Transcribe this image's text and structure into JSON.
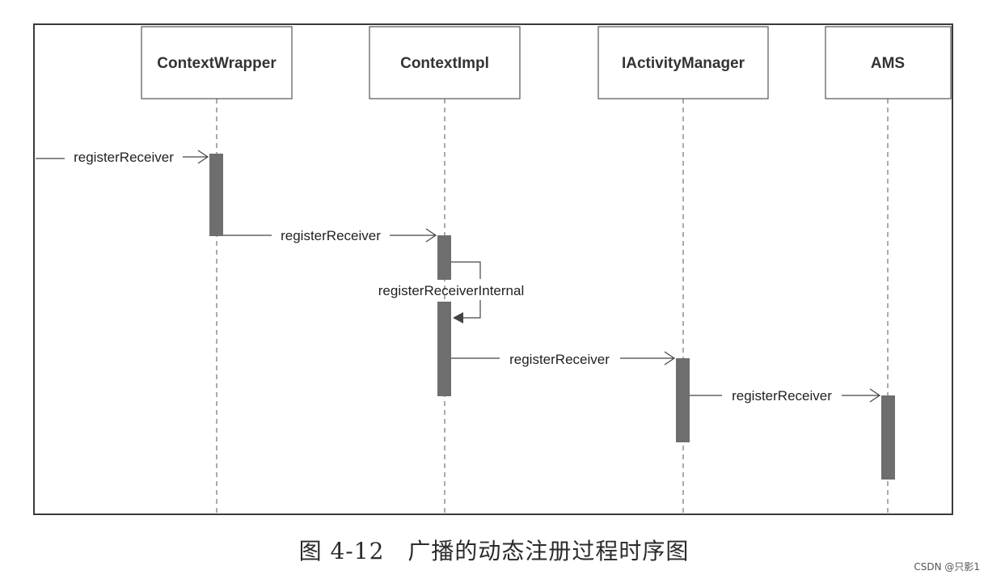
{
  "participants": [
    {
      "id": "ContextWrapper",
      "label": "ContextWrapper"
    },
    {
      "id": "ContextImpl",
      "label": "ContextImpl"
    },
    {
      "id": "IActivityManager",
      "label": "IActivityManager"
    },
    {
      "id": "AMS",
      "label": "AMS"
    }
  ],
  "messages": [
    {
      "from": "external",
      "to": "ContextWrapper",
      "label": "registerReceiver"
    },
    {
      "from": "ContextWrapper",
      "to": "ContextImpl",
      "label": "registerReceiver"
    },
    {
      "from": "ContextImpl",
      "to": "ContextImpl",
      "label": "registerReceiverInternal",
      "self": true
    },
    {
      "from": "ContextImpl",
      "to": "IActivityManager",
      "label": "registerReceiver"
    },
    {
      "from": "IActivityManager",
      "to": "AMS",
      "label": "registerReceiver"
    }
  ],
  "caption": "图 4-12　广播的动态注册过程时序图",
  "watermark": "CSDN @只影1",
  "colors": {
    "activation": "#6e6e6e",
    "line": "#444444",
    "frame": "#3a3a3a",
    "text": "#222222"
  }
}
